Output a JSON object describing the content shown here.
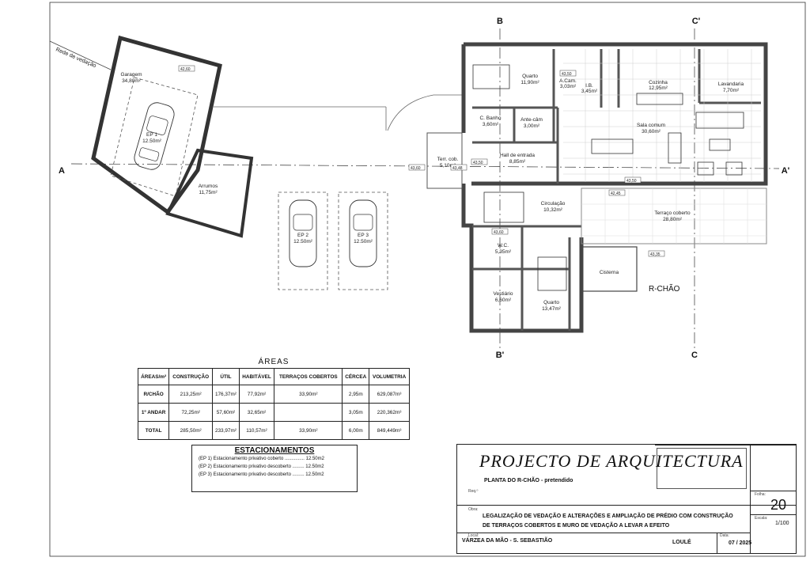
{
  "plan": {
    "axes": {
      "a": "A",
      "a_prime": "A'",
      "b": "B",
      "b_prime": "B'",
      "c": "C",
      "c_prime": "C'"
    },
    "wall_label": "Rede de vedação",
    "floor_label": "R-CHÃO",
    "rooms": {
      "garagem": {
        "name": "Garagem",
        "area": "34,80m²"
      },
      "ep1": {
        "name": "EP 1",
        "area": "12.50m²"
      },
      "arrumos": {
        "name": "Arrumos",
        "area": "11,75m²"
      },
      "ep2": {
        "name": "EP 2",
        "area": "12.50m²"
      },
      "ep3": {
        "name": "EP 3",
        "area": "12.50m²"
      },
      "quarto1": {
        "name": "Quarto",
        "area": "11,90m²"
      },
      "acam": {
        "name": "A.Cam.",
        "area": "3,03m²"
      },
      "ib": {
        "name": "I.B.",
        "area": "3,45m²"
      },
      "cozinha": {
        "name": "Cozinha",
        "area": "12,95m²"
      },
      "lavandaria": {
        "name": "Lavandaria",
        "area": "7,70m²"
      },
      "cbanho": {
        "name": "C. Banho",
        "area": "3,60m²"
      },
      "antecam": {
        "name": "Ante-câm",
        "area": "3,00m²"
      },
      "sala": {
        "name": "Sala comum",
        "area": "30,60m²"
      },
      "tercob": {
        "name": "Terr. cob.",
        "area": "5,10m²"
      },
      "hall": {
        "name": "Hall de entrada",
        "area": "8,85m²"
      },
      "circulacao": {
        "name": "Circulação",
        "area": "10,32m²"
      },
      "terraco": {
        "name": "Terraço coberto",
        "area": "28,80m²"
      },
      "wc": {
        "name": "W.C.",
        "area": "5,35m²"
      },
      "cisterna": {
        "name": "Cisterna"
      },
      "vestiario": {
        "name": "Vestiário",
        "area": "6,60m²"
      },
      "quarto2": {
        "name": "Quarto",
        "area": "13,47m²"
      }
    },
    "levels": [
      "42,60",
      "43,50",
      "43,60",
      "43,48",
      "43,50",
      "43,50",
      "43,60",
      "42,45",
      "43,35"
    ]
  },
  "areas": {
    "caption": "ÁREAS",
    "headers": [
      "ÁREAS/m²",
      "CONSTRUÇÃO",
      "ÚTIL",
      "HABITÁVEL",
      "TERRAÇOS COBERTOS",
      "CÉRCEA",
      "VOLUMETRIA"
    ],
    "rows": [
      [
        "R/CHÃO",
        "213,25m²",
        "176,37m²",
        "77,92m²",
        "33,90m²",
        "2,95m",
        "629,087m³"
      ],
      [
        "1º ANDAR",
        "72,25m²",
        "57,60m²",
        "32,65m²",
        "",
        "3,05m",
        "220,362m³"
      ],
      [
        "TOTAL",
        "285,50m²",
        "233,97m²",
        "110,57m²",
        "33,90m²",
        "6,00m",
        "849,449m³"
      ]
    ]
  },
  "parking": {
    "title": "ESTACIONAMENTOS",
    "lines": [
      "(EP 1) Estacionamento privativo coberto ............... 12.50m2",
      "(EP 2) Estacionamento privativo descoberto ......... 12.50m2",
      "(EP 3) Estacionamento privativo descoberto ......... 12.50m2"
    ]
  },
  "title_block": {
    "project": "PROJECTO DE ARQUITECTURA",
    "drawing": "PLANTA DO R-CHÃO - pretendido",
    "req_label": "Req.º",
    "obra_label": "Obra:",
    "obra_line1": "LEGALIZAÇÃO DE VEDAÇÃO E ALTERAÇÕES E AMPLIAÇÃO DE PRÉDIO COM CONSTRUÇÃO",
    "obra_line2": "DE TERRAÇOS COBERTOS E MURO DE VEDAÇÃO A LEVAR A EFEITO",
    "local_label": "Local:",
    "local": "VÁRZEA DA MÃO - S. SEBASTIÃO",
    "city": "LOULÉ",
    "data_label": "Data:",
    "date": "07 / 2025",
    "folha_label": "Folha:",
    "sheet": "20",
    "escala_label": "Escala:",
    "scale": "1/100"
  }
}
